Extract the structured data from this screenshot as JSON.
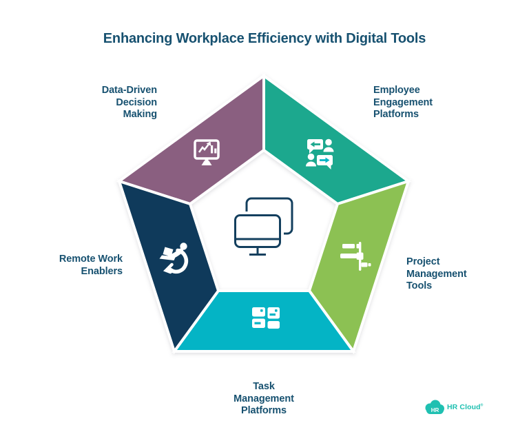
{
  "title": "Enhancing Workplace Efficiency with Digital Tools",
  "palette": {
    "background": "#ffffff",
    "label_text": "#175170",
    "gap_lines": "#ffffff",
    "center_icon_stroke": "#133F5E"
  },
  "center_icon": "dual-monitor-icon",
  "segments": [
    {
      "id": "data-driven",
      "label": "Data-Driven\nDecision\nMaking",
      "color": "#8A5F80",
      "icon": "analytics-monitor-icon"
    },
    {
      "id": "employee-engagement",
      "label": "Employee\nEngagement\nPlatforms",
      "color": "#1CA88E",
      "icon": "chat-people-icon"
    },
    {
      "id": "project-management",
      "label": "Project\nManagement\nTools",
      "color": "#8CC153",
      "icon": "gantt-chart-icon"
    },
    {
      "id": "task-management",
      "label": "Task\nManagement\nPlatforms",
      "color": "#04B4C5",
      "icon": "kanban-board-icon"
    },
    {
      "id": "remote-work",
      "label": "Remote Work\nEnablers",
      "color": "#0F3A5B",
      "icon": "remote-worker-icon"
    }
  ],
  "logo": {
    "badge": "HR",
    "text": "HR Cloud",
    "registered": "®",
    "color": "#1FC0B1"
  }
}
